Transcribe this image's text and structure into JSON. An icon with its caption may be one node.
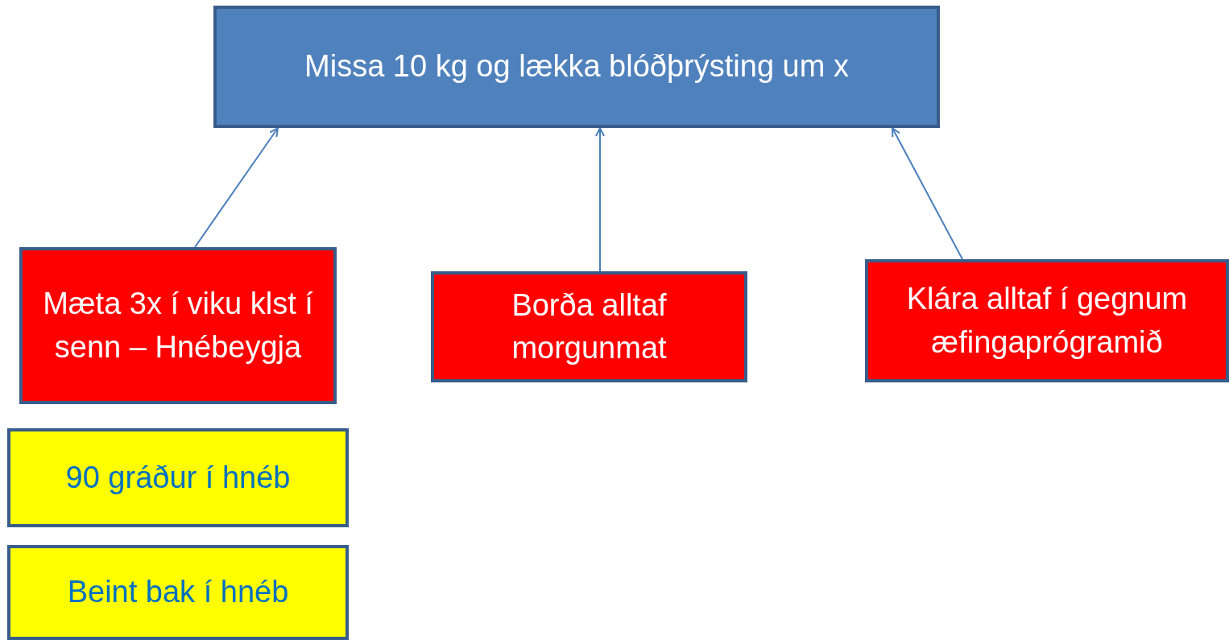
{
  "diagram": {
    "nodes": [
      {
        "text": [
          "Missa 10 kg og lækka blóðþrýsting um x"
        ]
      },
      {
        "text": [
          "Mæta 3x í viku klst í senn – Hnébeygja"
        ]
      },
      {
        "text": [
          "Borða alltaf morgunmat"
        ]
      },
      {
        "text": [
          "Klára alltaf í gegnum æfingaprógramið"
        ]
      },
      {
        "text": [
          "90 gráður í hnéb"
        ]
      },
      {
        "text": [
          "Beint bak í hnéb"
        ]
      }
    ],
    "edges": [
      {
        "from": 1,
        "to": 0,
        "arrow": "to"
      },
      {
        "from": 2,
        "to": 0,
        "arrow": "to"
      },
      {
        "from": 3,
        "to": 0,
        "arrow": "to"
      }
    ]
  }
}
